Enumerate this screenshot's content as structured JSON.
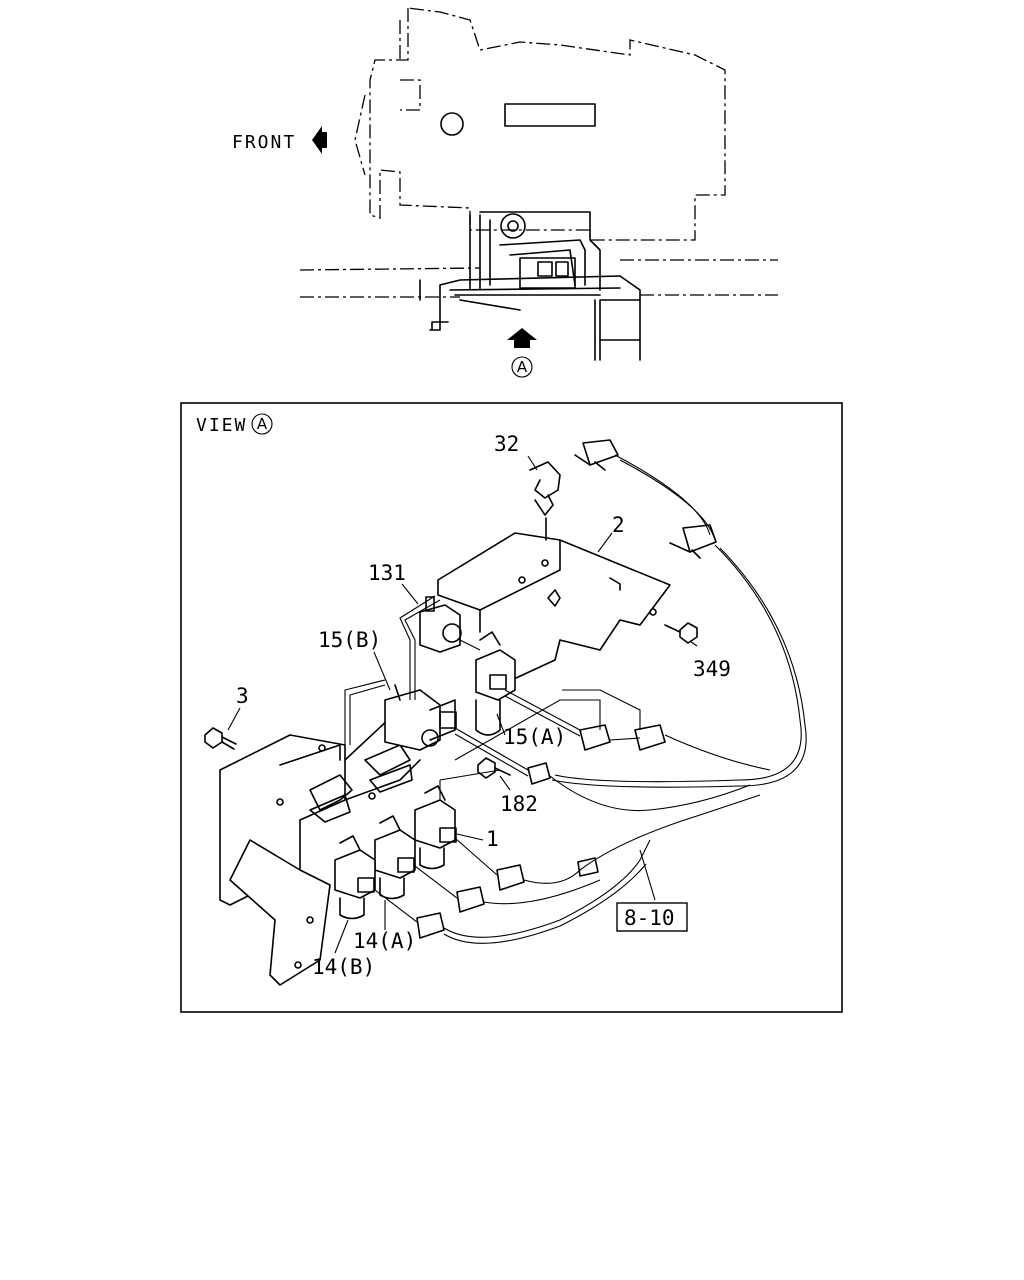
{
  "overview": {
    "front_label": "FRONT",
    "view_marker": "A"
  },
  "detail": {
    "view_label": "VIEW",
    "view_marker": "A"
  },
  "callouts": {
    "c32": "32",
    "c2": "2",
    "c131": "131",
    "c15b": "15(B)",
    "c349": "349",
    "c3": "3",
    "c15a": "15(A)",
    "c182": "182",
    "c1": "1",
    "c14a": "14(A)",
    "c14b": "14(B)",
    "ref": "8-10"
  }
}
